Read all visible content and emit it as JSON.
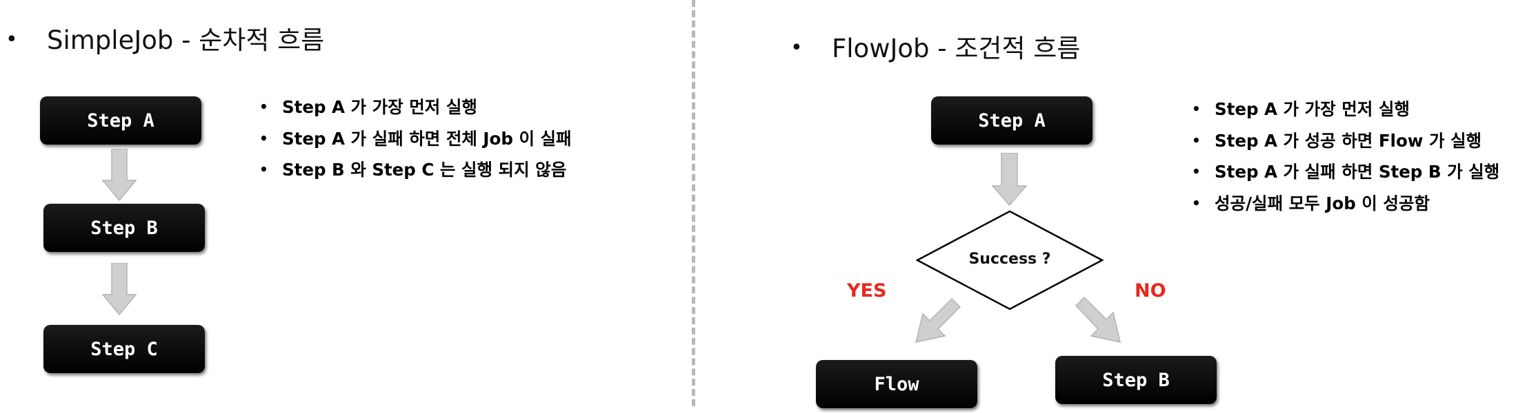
{
  "left": {
    "heading": {
      "bullet": "•",
      "text": "SimpleJob  - 순차적 흐름"
    },
    "steps": [
      "Step A",
      "Step B",
      "Step C"
    ],
    "notes": [
      "Step A 가 가장 먼저 실행",
      "Step A 가 실패 하면 전체 Job 이 실패",
      "Step B 와 Step C 는 실행 되지 않음"
    ]
  },
  "right": {
    "heading": {
      "bullet": "•",
      "text": "FlowJob - 조건적 흐름"
    },
    "start_step": "Step A",
    "decision": "Success ?",
    "yes_label": "YES",
    "no_label": "NO",
    "yes_target": "Flow",
    "no_target": "Step B",
    "notes": [
      "Step A 가 가장 먼저 실행",
      "Step A 가 성공 하면 Flow 가 실행",
      "Step A 가 실패 하면 Step B 가 실행",
      "성공/실패 모두 Job 이 성공함"
    ]
  },
  "colors": {
    "box": "#000000",
    "arrow": "#cfcfcf",
    "branch_label": "#e8281e",
    "divider": "#b8b8b8"
  },
  "note_bullet": "•"
}
